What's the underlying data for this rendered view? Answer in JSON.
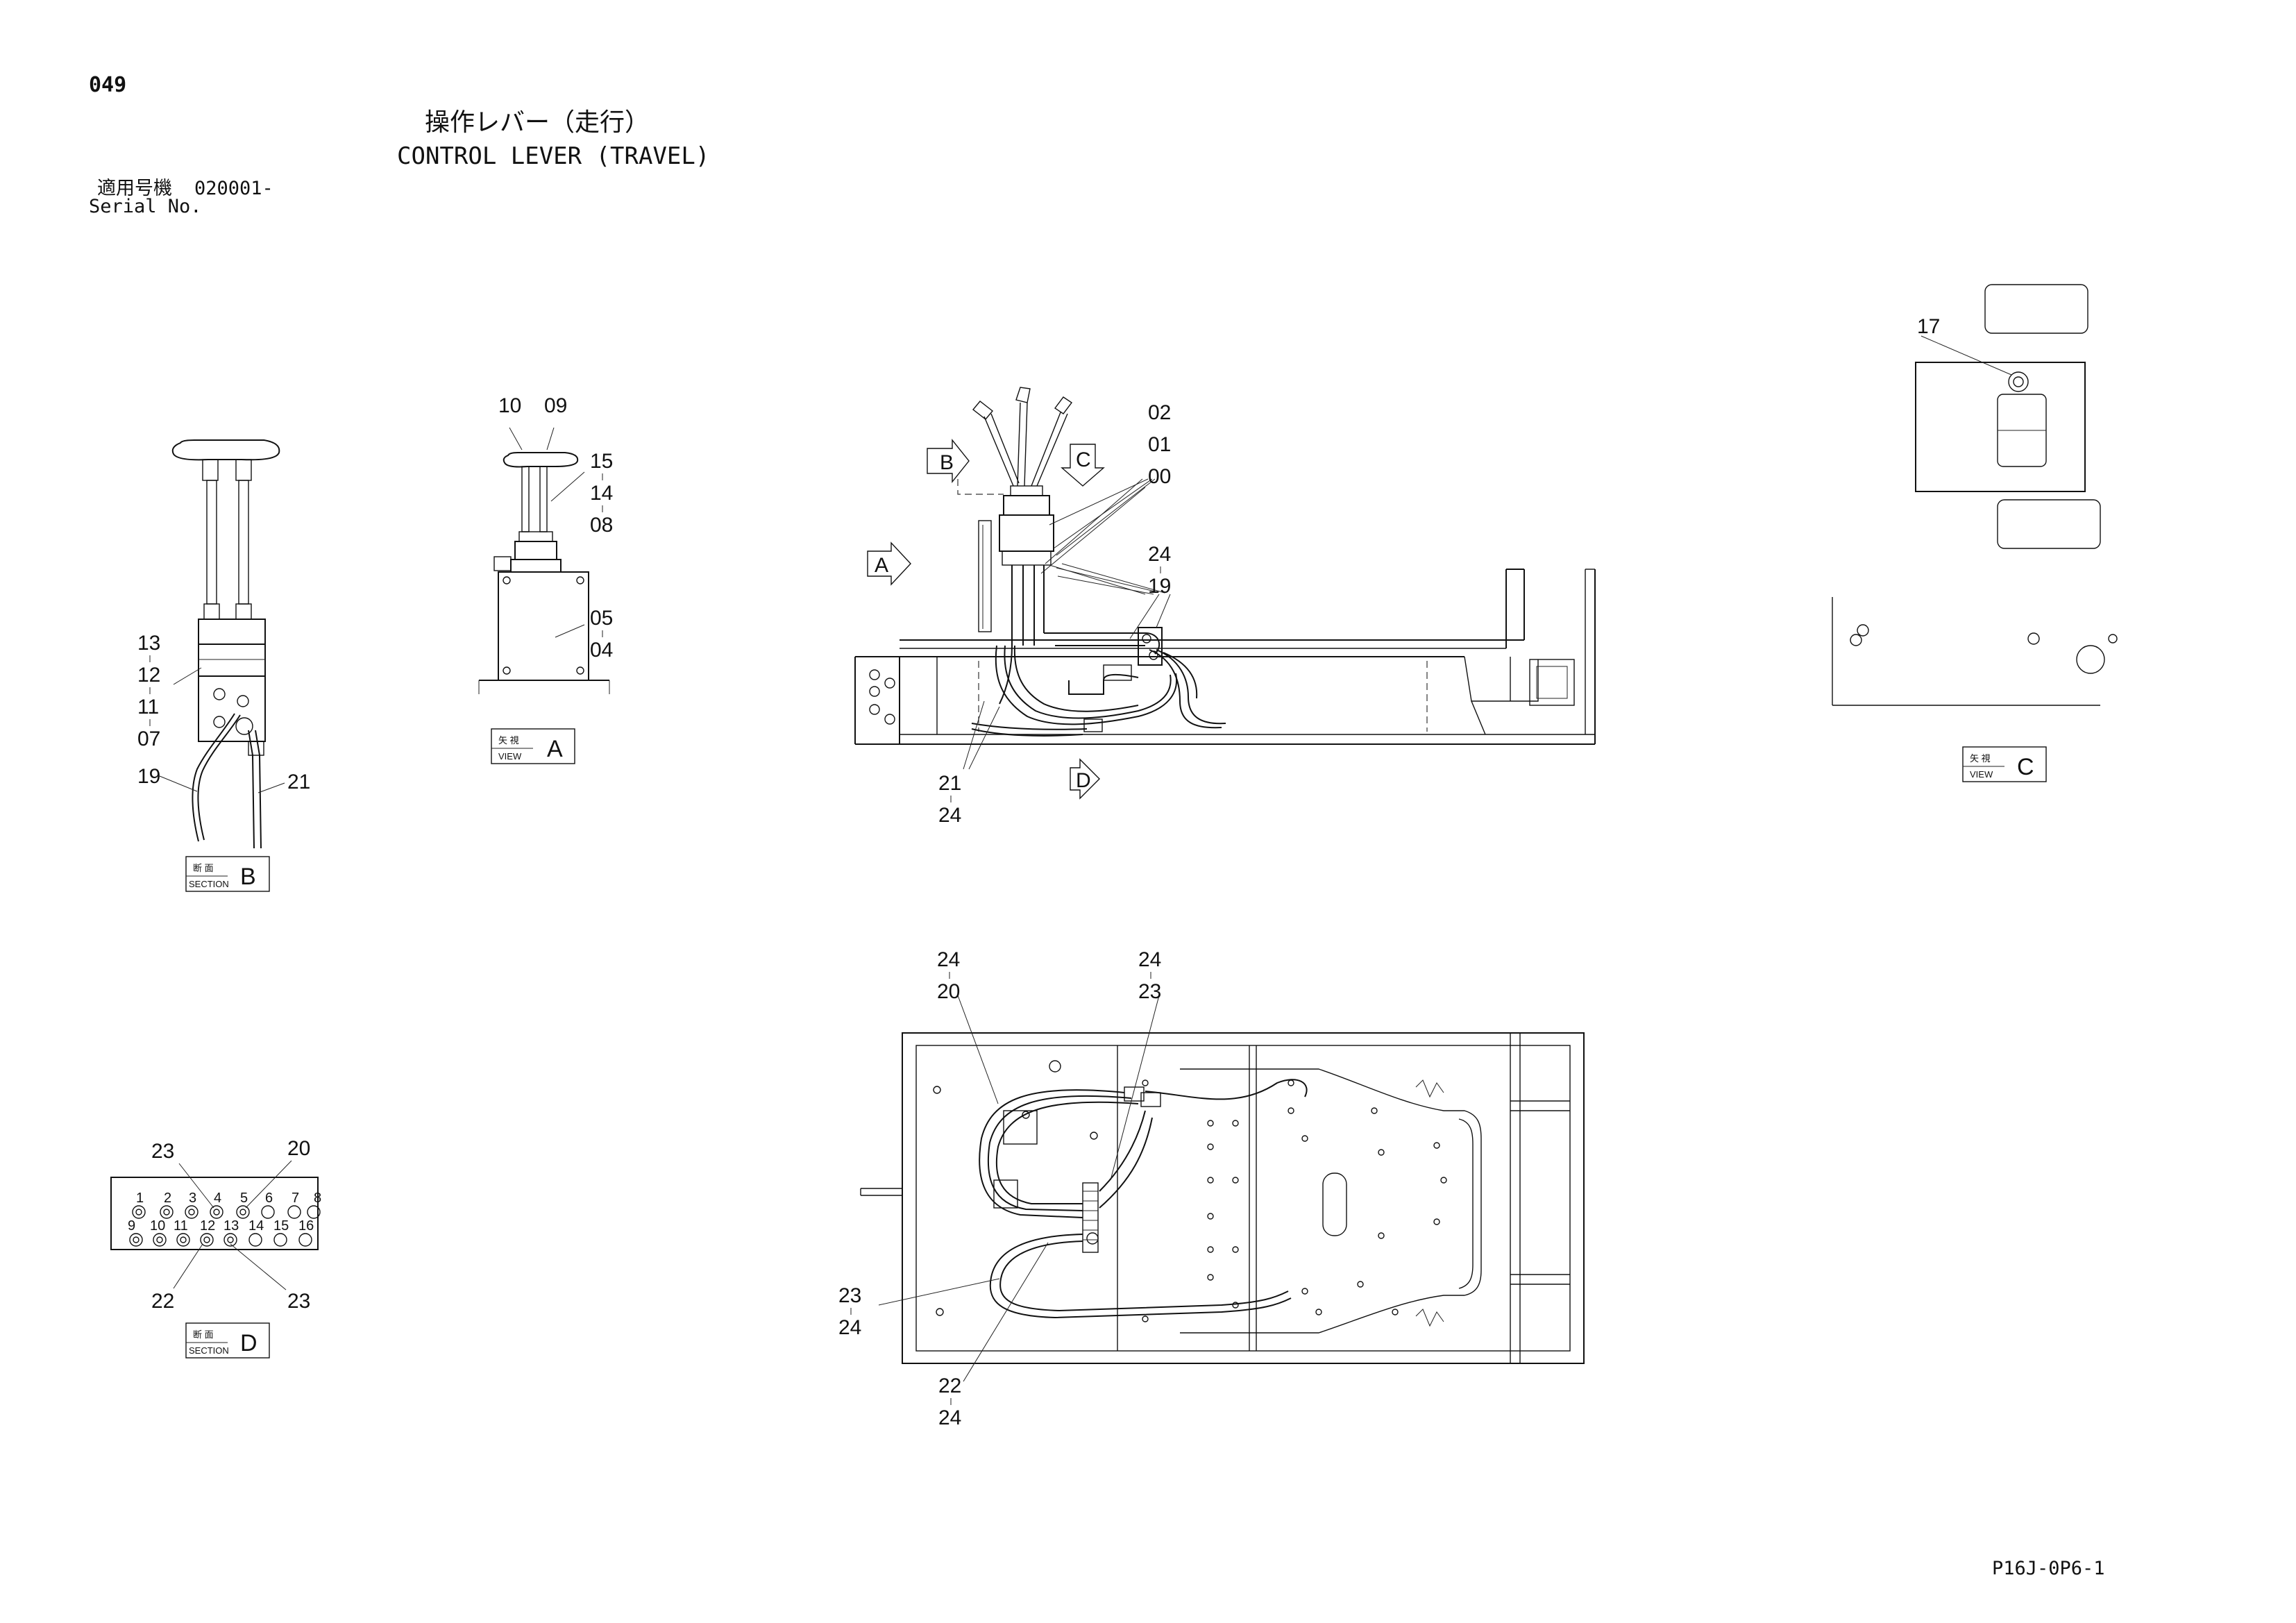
{
  "header": {
    "page_number": "049",
    "title_jp": "操作レバー（走行）",
    "title_en": "CONTROL LEVER (TRAVEL)",
    "serial_label_jp": "適用号機",
    "serial_value": "020001-",
    "serial_label_en": "Serial No."
  },
  "footer": {
    "drawing_code": "P16J-0P6-1"
  },
  "views": {
    "section_b": {
      "jp": "断 面",
      "en": "SECTION",
      "letter": "B"
    },
    "view_a": {
      "jp": "矢 視",
      "en": "VIEW",
      "letter": "A"
    },
    "view_c": {
      "jp": "矢 視",
      "en": "VIEW",
      "letter": "C"
    },
    "section_d": {
      "jp": "断 面",
      "en": "SECTION",
      "letter": "D"
    }
  },
  "arrows": {
    "a": "A",
    "b": "B",
    "c": "C",
    "d": "D"
  },
  "callouts": {
    "sb_top": [
      "13",
      "12",
      "11",
      "07"
    ],
    "sb_19": "19",
    "sb_21": "21",
    "va_10": "10",
    "va_09": "09",
    "va_mid": [
      "15",
      "14",
      "08"
    ],
    "va_low": [
      "05",
      "04"
    ],
    "main_top": [
      "02",
      "01",
      "00"
    ],
    "main_right": [
      "24",
      "19"
    ],
    "main_bottom": [
      "21",
      "24"
    ],
    "vc_17": "17",
    "sd_23a": "23",
    "sd_20": "20",
    "sd_22": "22",
    "sd_23b": "23",
    "plan_left_top": [
      "24",
      "20"
    ],
    "plan_right_top": [
      "24",
      "23"
    ],
    "plan_left": [
      "23",
      "24"
    ],
    "plan_bottom": [
      "22",
      "24"
    ]
  },
  "connector_ports": {
    "top": [
      "1",
      "2",
      "3",
      "4",
      "5",
      "6",
      "7",
      "8"
    ],
    "bottom": [
      "9",
      "10",
      "11",
      "12",
      "13",
      "14",
      "15",
      "16"
    ]
  }
}
